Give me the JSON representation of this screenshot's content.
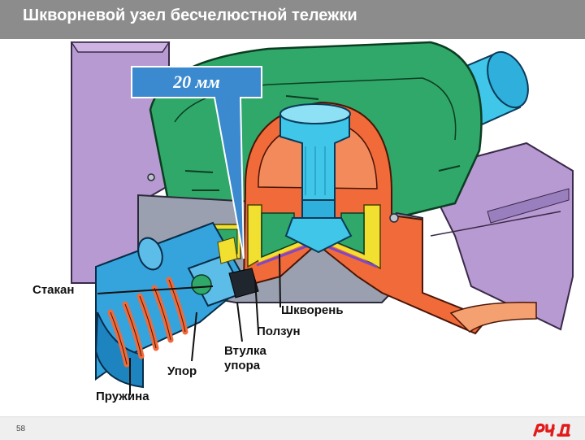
{
  "header": {
    "title": "Шкворневой узел бесчелюстной тележки"
  },
  "callout": {
    "text": "20 мм"
  },
  "labels": {
    "stakan": "Стакан",
    "shkvoren": "Шкворень",
    "polzun": "Ползун",
    "vtulka_line1": "Втулка",
    "vtulka_line2": "упора",
    "upor": "Упор",
    "pruzhina": "Пружина"
  },
  "footer": {
    "page_number": "58"
  },
  "colors": {
    "header_bg": "#8c8c8c",
    "frame_purple": "#b89ad2",
    "bolster_green": "#2fa86a",
    "pin_cyan": "#3fc6e8",
    "spring_blue": "#36a4dc",
    "cup_orange": "#f06a3a",
    "slider_yellow": "#f2e030",
    "callout_blue": "#3b8ad0",
    "logo_red": "#e21a1a"
  }
}
